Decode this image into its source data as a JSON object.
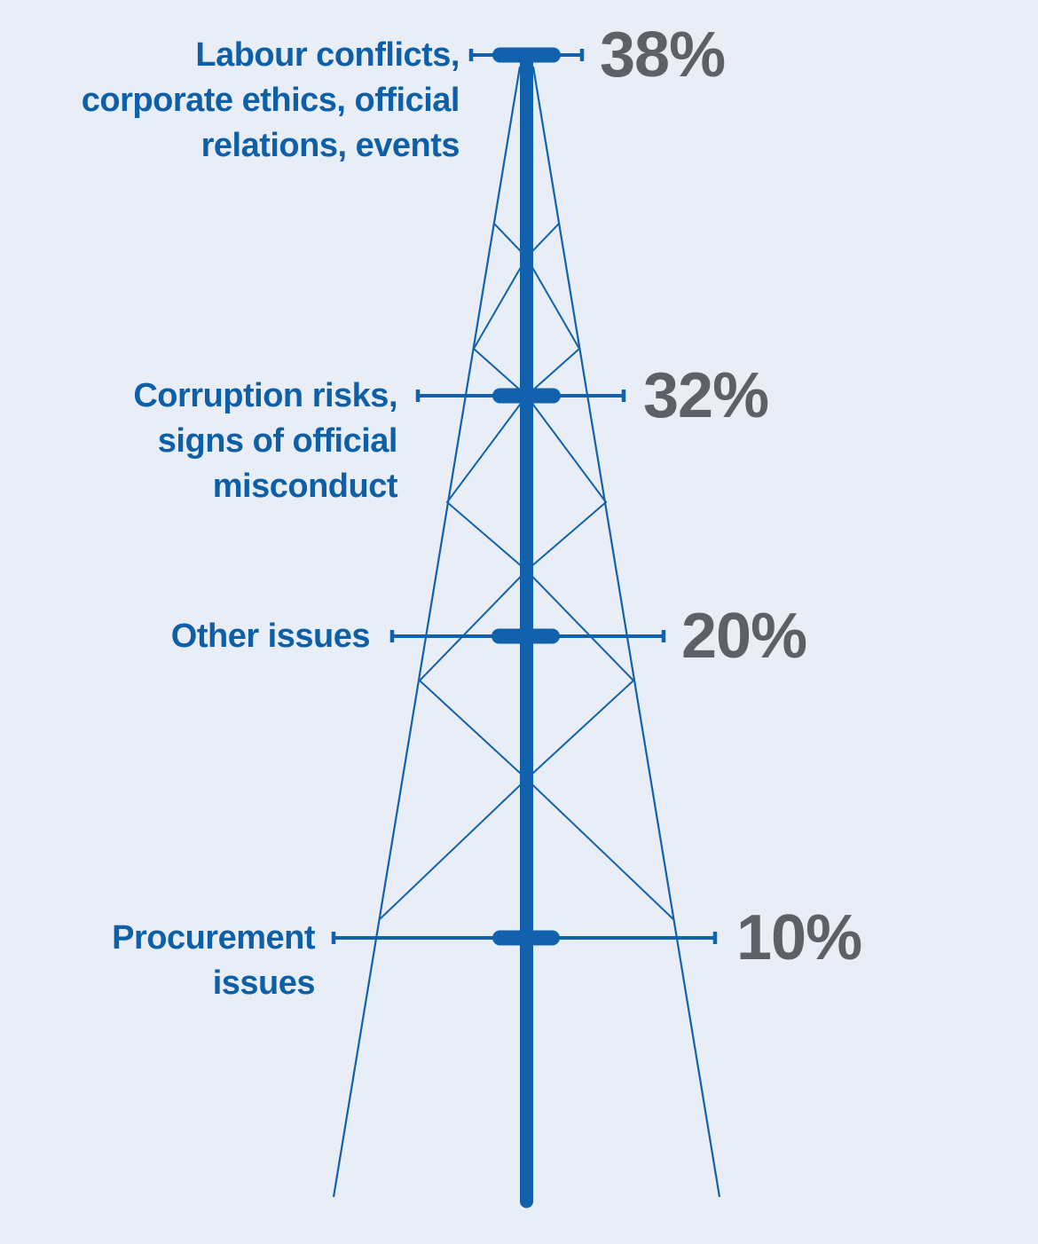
{
  "background_color": "#e9edf6",
  "colors": {
    "label_blue": "#0d60a8",
    "tower_blue": "#1161ac",
    "percent_gray": "#5d6067"
  },
  "chart_data": {
    "type": "bar",
    "variant": "pylon-pictograph",
    "title": "",
    "categories": [
      "Labour conflicts, corporate ethics, official relations, events",
      "Corruption risks, signs of official misconduct",
      "Other issues",
      "Procurement issues"
    ],
    "values": [
      38,
      32,
      20,
      10
    ],
    "value_suffix": "%",
    "legend": "none",
    "layout_hint": "four crossbar levels on a transmission-tower graphic, labels left, percentages right"
  },
  "levels": [
    {
      "label_lines": [
        "Labour conflicts,",
        "corporate ethics, official",
        "relations, events"
      ],
      "value": "38%"
    },
    {
      "label_lines": [
        "Corruption risks,",
        "signs of official",
        "misconduct"
      ],
      "value": "32%"
    },
    {
      "label_lines": [
        "Other issues"
      ],
      "value": "20%"
    },
    {
      "label_lines": [
        "Procurement",
        "issues"
      ],
      "value": "10%"
    }
  ]
}
